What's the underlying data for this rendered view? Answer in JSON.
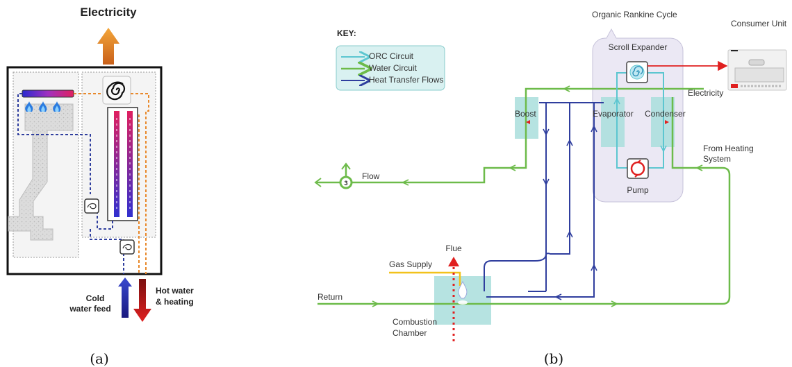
{
  "panel_a": {
    "electricity": "Electricity",
    "cold_feed_line1": "Cold",
    "cold_feed_line2": "water feed",
    "hot_water_line1": "Hot water",
    "hot_water_line2": "& heating",
    "caption": "(a)"
  },
  "panel_b": {
    "cycle_title": "Organic Rankine Cycle",
    "key_title": "KEY:",
    "key_items": [
      {
        "label": "ORC Circuit",
        "color": "#5cc6d0"
      },
      {
        "label": "Water Circuit",
        "color": "#6dbb4a"
      },
      {
        "label": "Heat Transfer Flows",
        "color": "#2f3e9e"
      }
    ],
    "scroll_expander": "Scroll Expander",
    "consumer_unit": "Consumer Unit",
    "electricity": "Electricity",
    "boost": "Boost",
    "evaporator": "Evaporator",
    "condenser": "Condenser",
    "pump": "Pump",
    "from_heating_line1": "From Heating",
    "from_heating_line2": "System",
    "flow": "Flow",
    "flow_node": "3",
    "flue": "Flue",
    "gas_supply": "Gas Supply",
    "return": "Return",
    "combustion_line1": "Combustion",
    "combustion_line2": "Chamber",
    "caption": "(b)"
  },
  "colors": {
    "orc": "#5cc6d0",
    "water": "#6dbb4a",
    "heat": "#2f3e9e",
    "electric": "#e02020",
    "gas": "#f2c21b",
    "orange": "#e8892c"
  }
}
